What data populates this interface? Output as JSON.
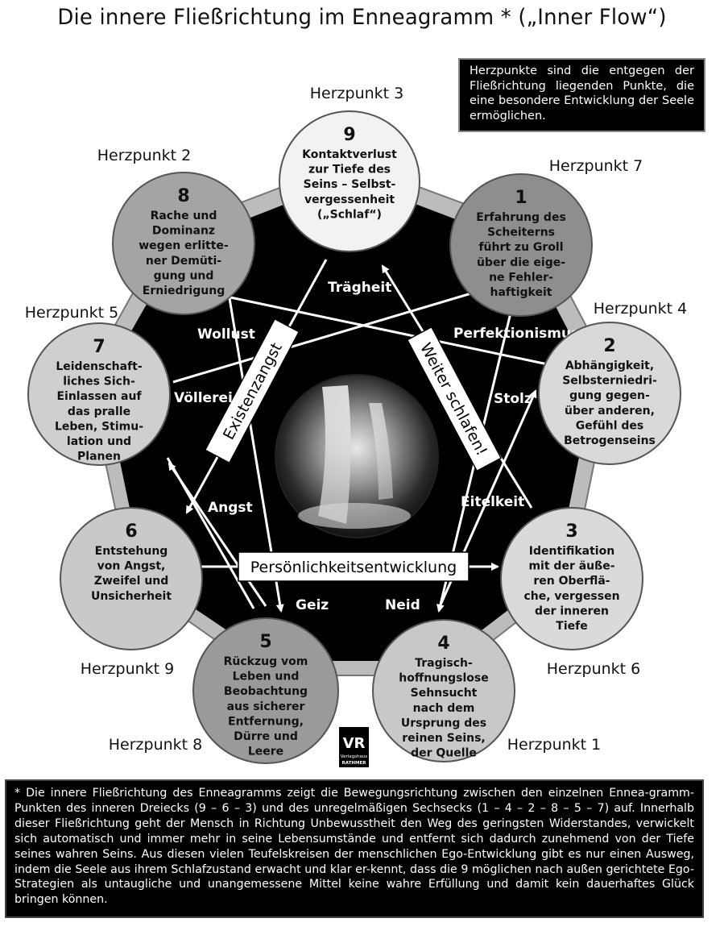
{
  "title": "Die innere Fließrichtung im Enneagramm * („Inner Flow“)",
  "info_box": "Herzpunkte sind die entgegen der Fließrichtung liegenden Punkte, die eine besondere Entwicklung der Seele ermöglichen.",
  "points": [
    {
      "number": "9",
      "lines": [
        "Kontaktverlust",
        "zur Tiefe des",
        "Seins – Selbst-",
        "vergessenheit",
        "(„Schlaf“)"
      ],
      "herz": "Herzpunkt 3"
    },
    {
      "number": "1",
      "lines": [
        "Erfahrung des",
        "Scheiterns",
        "führt zu Groll",
        "über die eige-",
        "ne Fehler-",
        "haftigkeit"
      ],
      "herz": "Herzpunkt 7"
    },
    {
      "number": "2",
      "lines": [
        "Abhängigkeit,",
        "Selbsterniedri-",
        "gung gegen-",
        "über anderen,",
        "Gefühl des",
        "Betrogenseins"
      ],
      "herz": "Herzpunkt 4"
    },
    {
      "number": "3",
      "lines": [
        "Identifikation",
        "mit der äuße-",
        "ren Oberflä-",
        "che, vergessen",
        "der inneren",
        "Tiefe"
      ],
      "herz": "Herzpunkt 6"
    },
    {
      "number": "4",
      "lines": [
        "Tragisch-",
        "hoffnungslose",
        "Sehnsucht",
        "nach dem",
        "Ursprung des",
        "reinen Seins,",
        "der Quelle"
      ],
      "herz": "Herzpunkt 1"
    },
    {
      "number": "5",
      "lines": [
        "Rückzug vom",
        "Leben und",
        "Beobachtung",
        "aus sicherer",
        "Entfernung,",
        "Dürre und",
        "Leere"
      ],
      "herz": "Herzpunkt 8"
    },
    {
      "number": "6",
      "lines": [
        "Entstehung",
        "von Angst,",
        "Zweifel und",
        "Unsicherheit"
      ],
      "herz": "Herzpunkt 9"
    },
    {
      "number": "7",
      "lines": [
        "Leidenschaft-",
        "liches Sich-",
        "Einlassen auf",
        "das pralle",
        "Leben, Stimu-",
        "lation und",
        "Planen"
      ],
      "herz": "Herzpunkt 5"
    },
    {
      "number": "8",
      "lines": [
        "Rache und",
        "Dominanz",
        "wegen erlitte-",
        "ner Demüti-",
        "gung und",
        "Erniedrigung"
      ],
      "herz": "Herzpunkt 2"
    }
  ],
  "passions": {
    "traegheit": "Trägheit",
    "perfektionismus": "Perfektionismus",
    "stolz": "Stolz",
    "eitelkeit": "Eitelkeit",
    "neid": "Neid",
    "geiz": "Geiz",
    "angst": "Angst",
    "voellerei": "Völlerei",
    "wollust": "Wollust"
  },
  "banners": {
    "existenzangst": "Existenzangst",
    "weiter_schlafen": "Weiter schlafen!",
    "persoenlichkeit": "Persönlichkeitsentwicklung"
  },
  "logo": {
    "mark": "VR",
    "line1": "Verlagshaus",
    "line2": "RATHMER"
  },
  "footer": "* Die innere Fließrichtung des Enneagramms zeigt die Bewegungsrichtung zwischen den einzelnen Ennea-gramm-Punkten des inneren Dreiecks (9 – 6 – 3) und des unregelmäßigen Sechsecks (1 – 4 – 2 – 8 – 5 – 7) auf. Innerhalb dieser Fließrichtung geht der Mensch in Richtung Unbewusstheit den Weg des geringsten Widerstandes, verwickelt sich automatisch und immer mehr in seine Lebensumstände und entfernt sich dadurch zunehmend von der Tiefe seines wahren Seins. Aus diesen vielen Teufelskreisen der menschlichen Ego-Entwicklung gibt es nur einen Ausweg, indem die Seele aus ihrem Schlafzustand erwacht und klar er-kennt, dass die 9 möglichen nach außen gerichtete Ego-Strategien als untaugliche und unangemessene Mittel keine wahre Erfüllung und damit kein dauerhaftes Glück bringen können.",
  "colors": {
    "ring_light": "#d0d0d0",
    "ring_mid": "#a8a8a8",
    "ring_dark": "#8e8e8e",
    "center": "#000000"
  }
}
